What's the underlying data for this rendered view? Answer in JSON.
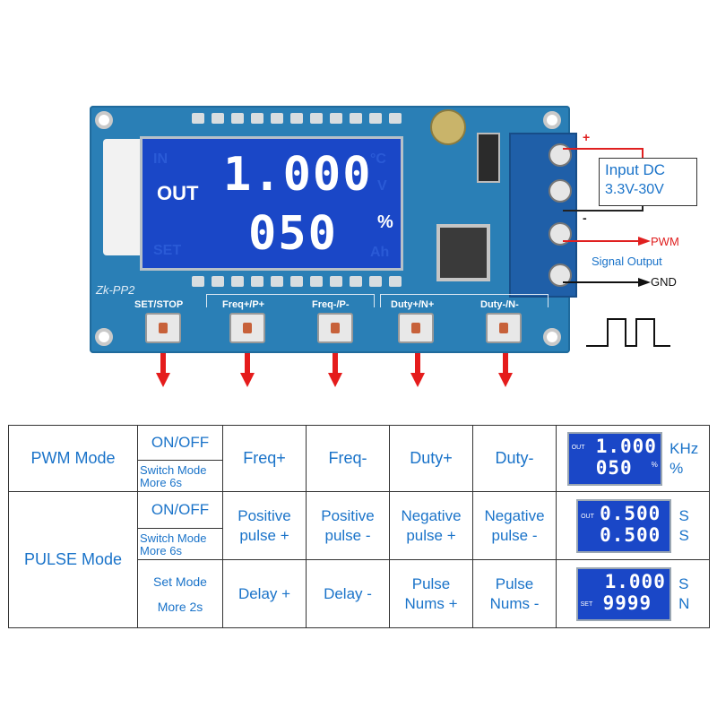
{
  "board": {
    "lcd_mode_label": "OUT",
    "lcd_value_top": "1.000",
    "lcd_value_bottom": "050",
    "lcd_unit": "%",
    "brand": "Zk-PP2",
    "buttons": [
      "SET/STOP",
      "Freq+/P+",
      "Freq-/P-",
      "Duty+/N+",
      "Duty-/N-"
    ]
  },
  "wiring": {
    "plus": "+",
    "minus": "-",
    "input_line1": "Input DC",
    "input_line2": "3.3V-30V",
    "pwm": "PWM",
    "signal_output": "Signal Output",
    "gnd": "GND"
  },
  "table": {
    "pwm": {
      "mode": "PWM Mode",
      "onoff": "ON/OFF",
      "switch1": "Switch Mode",
      "switch2": "More 6s",
      "c1": "Freq+",
      "c2": "Freq-",
      "c3": "Duty+",
      "c4": "Duty-",
      "lcd_tag": "OUT",
      "lcd_top": "1.000",
      "lcd_bottom": "050",
      "lcd_pct": "%",
      "unit1": "KHz",
      "unit2": "%"
    },
    "pulse": {
      "mode": "PULSE Mode",
      "onoff": "ON/OFF",
      "switch1": "Switch Mode",
      "switch2": "More 6s",
      "c1a": "Positive",
      "c1b": "pulse +",
      "c2a": "Positive",
      "c2b": "pulse -",
      "c3a": "Negative",
      "c3b": "pulse +",
      "c4a": "Negative",
      "c4b": "pulse -",
      "lcd_tag": "OUT",
      "lcd_top": "0.500",
      "lcd_bottom": "0.500",
      "unit1": "S",
      "unit2": "S",
      "set1": "Set Mode",
      "set2": "More 2s",
      "d1": "Delay +",
      "d2": "Delay -",
      "d3a": "Pulse",
      "d3b": "Nums +",
      "d4a": "Pulse",
      "d4b": "Nums -",
      "lcd2_tag": "SET",
      "lcd2_top": "1.000",
      "lcd2_bottom": "9999",
      "unit3": "S",
      "unit4": "N"
    }
  },
  "colors": {
    "text_blue": "#1a73c9",
    "arrow_red": "#e51c1c",
    "board_blue": "#2a7fb6",
    "lcd_blue": "#1a47c7"
  }
}
